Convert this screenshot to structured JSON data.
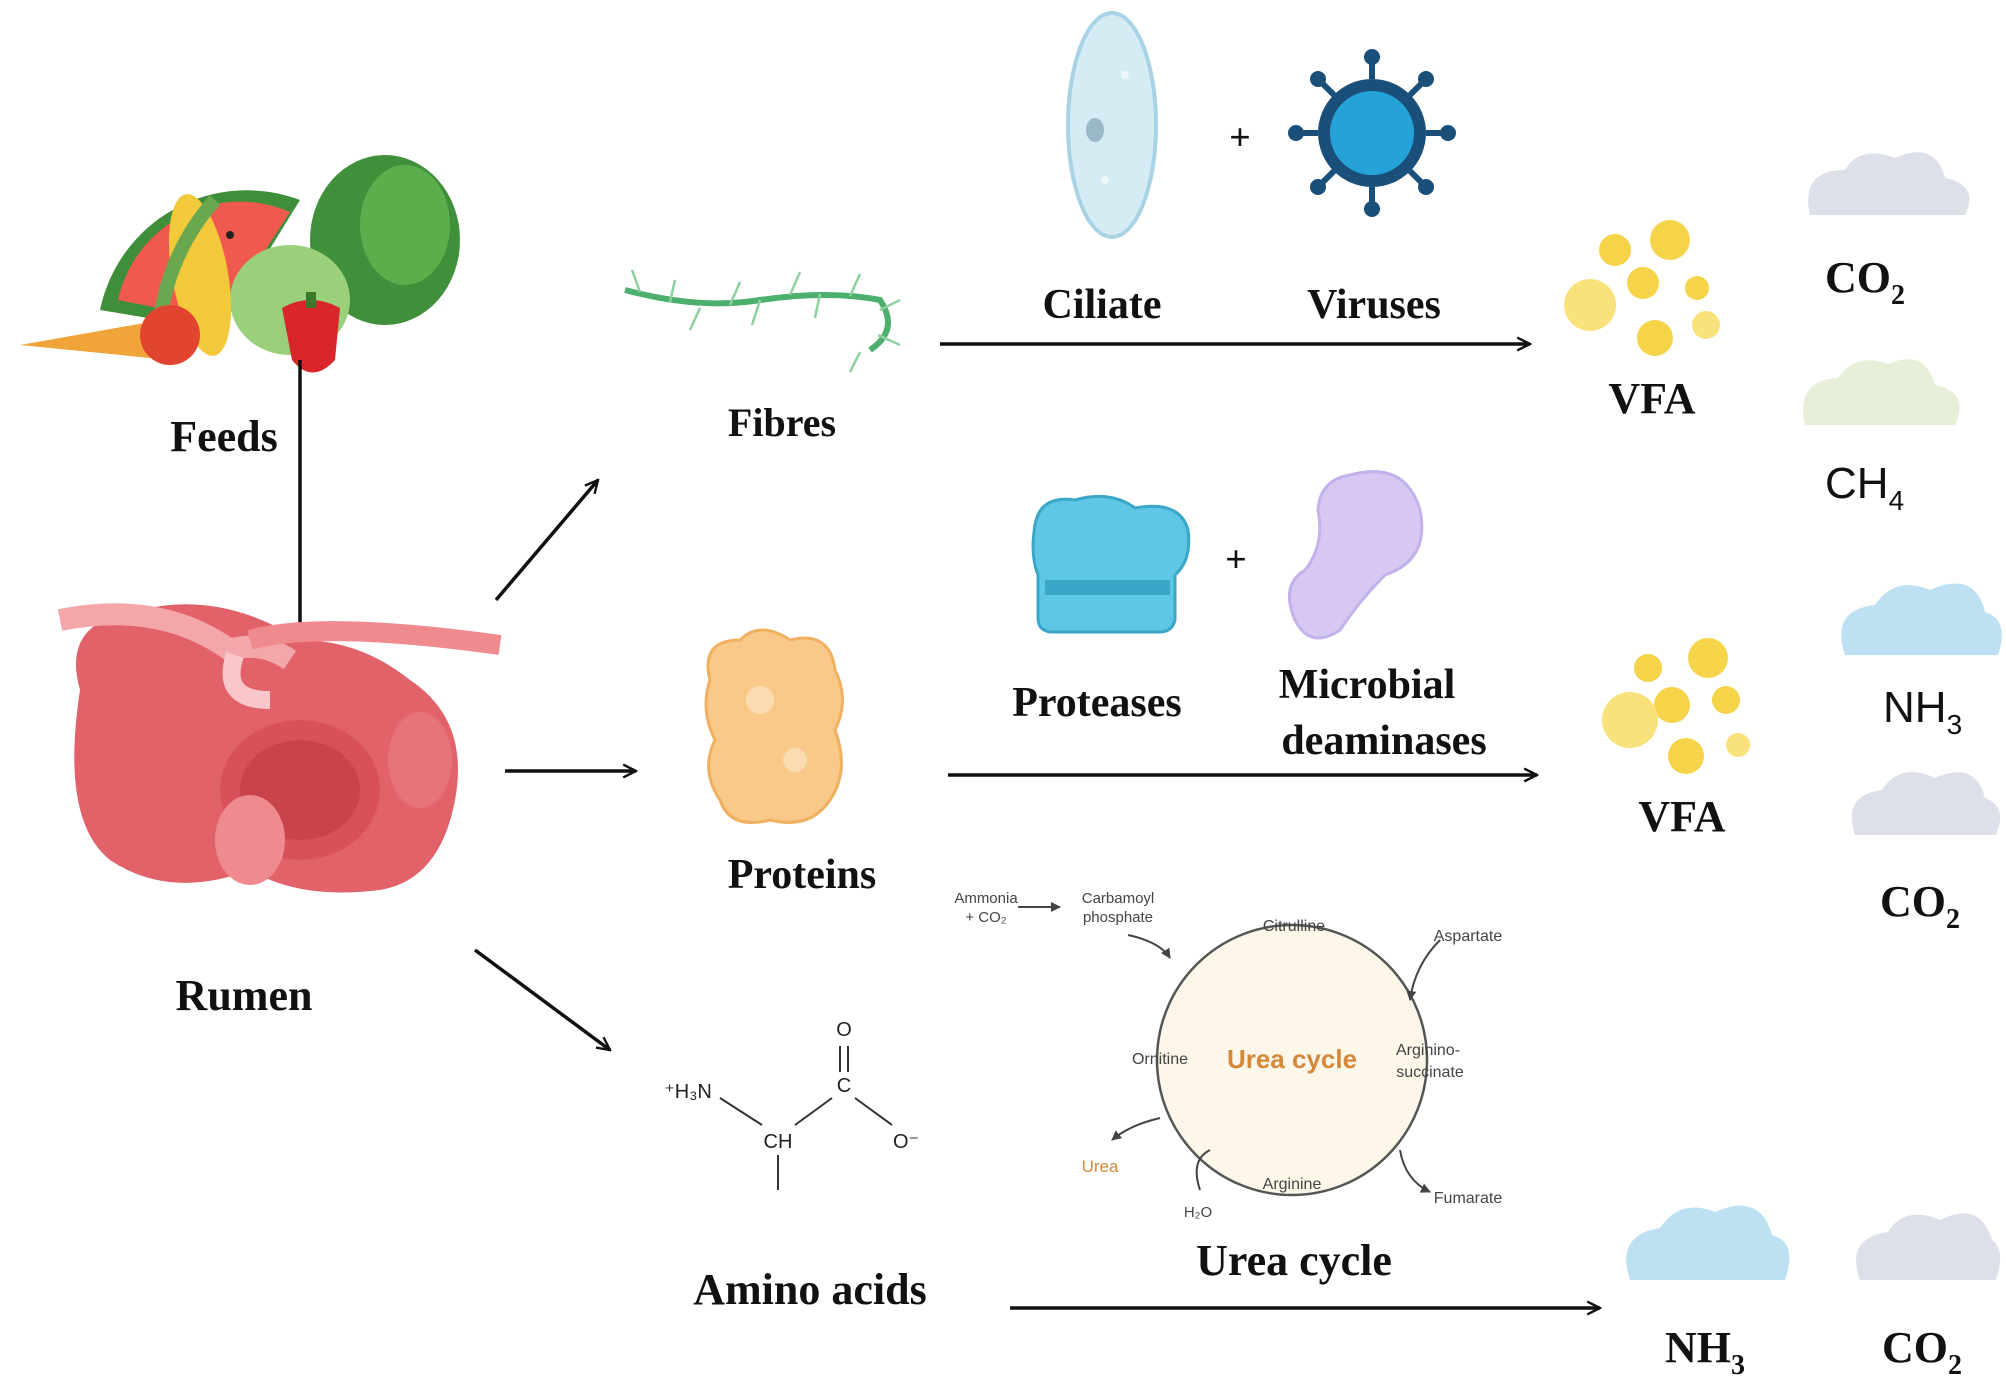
{
  "labels": {
    "feeds": "Feeds",
    "rumen": "Rumen",
    "fibres": "Fibres",
    "proteins": "Proteins",
    "amino_acids": "Amino acids",
    "ciliate": "Ciliate",
    "viruses": "Viruses",
    "plus": "+",
    "proteases": "Proteases",
    "microbial_line1": "Microbial",
    "microbial_line2": "deaminases",
    "vfa_top": "VFA",
    "vfa_mid": "VFA",
    "urea_cycle_caption": "Urea cycle"
  },
  "gases": {
    "top_co2": {
      "base": "CO",
      "sub": "2"
    },
    "top_ch4": {
      "base": "CH",
      "sub": "4"
    },
    "mid_nh3": {
      "base": "NH",
      "sub": "3"
    },
    "mid_co2": {
      "base": "CO",
      "sub": "2"
    },
    "bot_nh3": {
      "base": "NH",
      "sub": "3"
    },
    "bot_co2": {
      "base": "CO",
      "sub": "2"
    }
  },
  "urea_cycle": {
    "ammonia": "Ammonia",
    "plus_co2": "+ CO₂",
    "carbamoyl": "Carbamoyl",
    "phosphate": "phosphate",
    "citrulline": "Citrulline",
    "aspartate": "Aspartate",
    "argininosuccinate_1": "Argininо-",
    "argininosuccinate_2": "succinate",
    "fumarate": "Fumarate",
    "arginine": "Arginine",
    "ornitine": "Ornitine",
    "urea": "Urea",
    "water": "H₂O",
    "center": "Urea cycle"
  },
  "amino_acid_structure": {
    "amine": "⁺H₃N",
    "ch": "CH",
    "c": "C",
    "o_top": "O",
    "o_minus": "O⁻"
  },
  "colors": {
    "arrow": "#111111",
    "vfa_bubble": "#f6d44a",
    "co2_cloud": "#dde0e8",
    "ch4_cloud": "#e8efd8",
    "nh3_cloud": "#bde0f2",
    "rumen": "#e2626a",
    "urea_accent": "#d4893a",
    "cycle_fill": "#fdf7ea"
  }
}
